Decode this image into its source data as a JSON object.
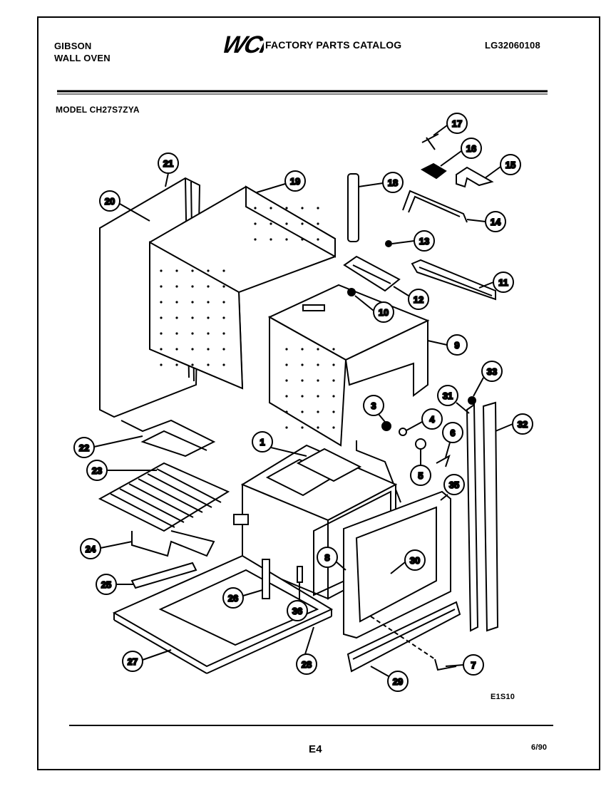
{
  "header": {
    "brand": "GIBSON",
    "product": "WALL OVEN",
    "catalog_title": "FACTORY PARTS CATALOG",
    "logo_text": "WCI",
    "document_number": "LG32060108",
    "model": "MODEL CH27S7ZYA"
  },
  "footer": {
    "figure_code": "E1S10",
    "page": "E4",
    "date": "6/90"
  },
  "callouts": [
    "1",
    "3",
    "4",
    "5",
    "6",
    "7",
    "8",
    "9",
    "10",
    "11",
    "12",
    "13",
    "14",
    "15",
    "16",
    "17",
    "18",
    "19",
    "20",
    "21",
    "22",
    "23",
    "24",
    "25",
    "26",
    "27",
    "28",
    "29",
    "30",
    "31",
    "32",
    "33",
    "35",
    "36"
  ]
}
